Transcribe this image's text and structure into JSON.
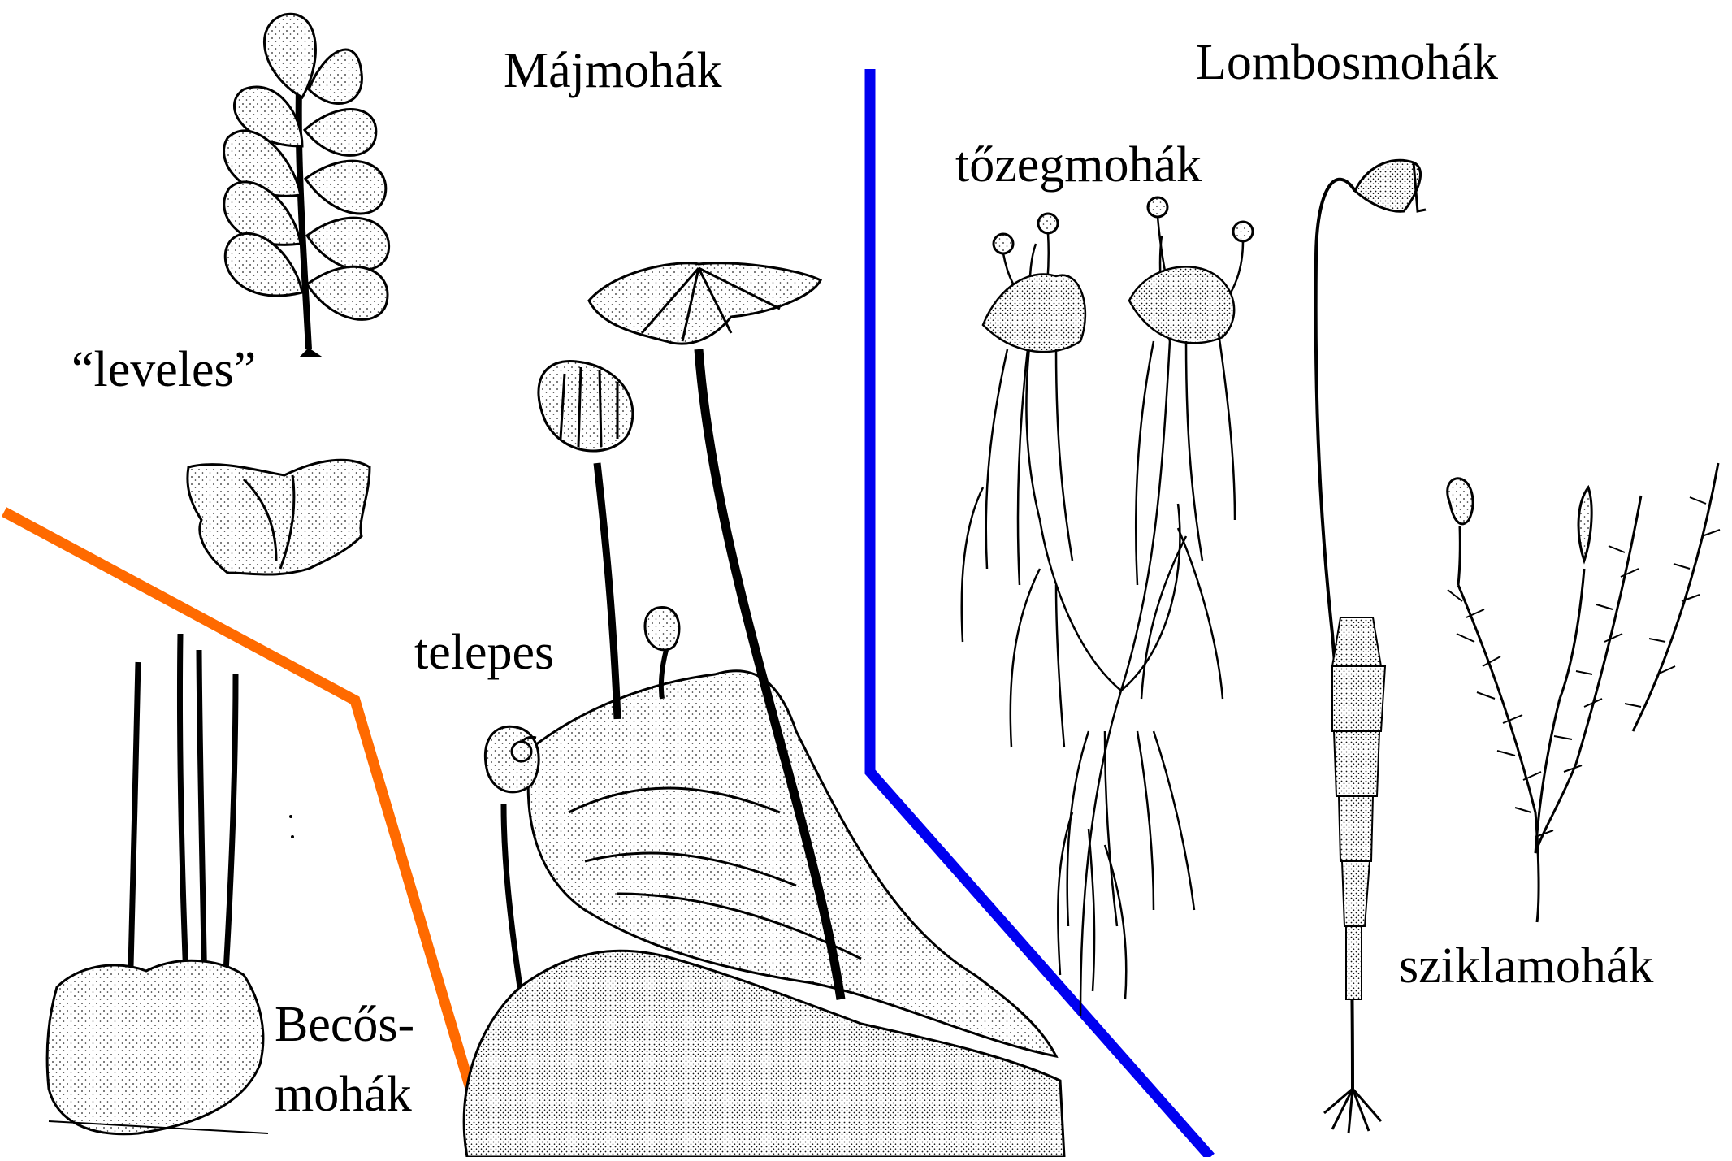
{
  "labels": {
    "majmohak": "Májmohák",
    "lombosmohak": "Lombosmohák",
    "tozegmohak": "tőzegmohák",
    "leveles": "“leveles”",
    "telepes": "telepes",
    "becos_line1": "Becős-",
    "becos_line2": "mohák",
    "sziklamohak": "sziklamohák"
  },
  "colors": {
    "blue_divider": "#0000f0",
    "orange_divider": "#ff6a00",
    "ink": "#000000"
  }
}
